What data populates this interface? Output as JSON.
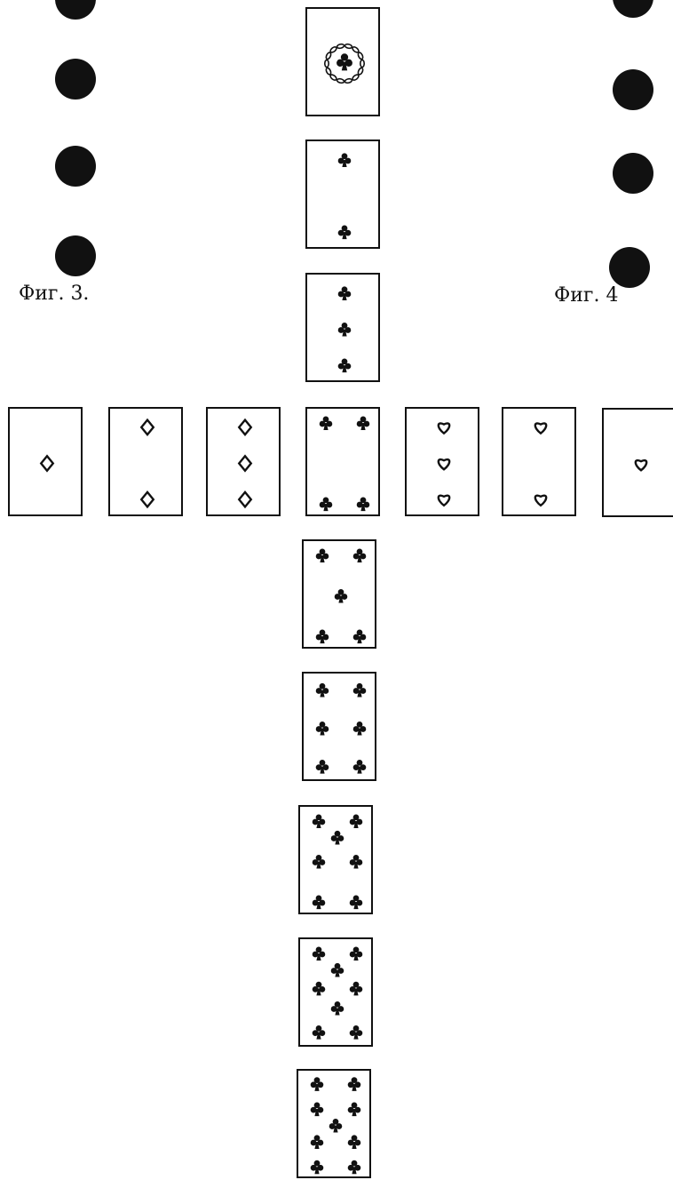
{
  "colors": {
    "ink": "#111111",
    "paper": "#ffffff"
  },
  "figures": [
    {
      "label": "Фиг. 3."
    },
    {
      "label": "Фиг. 4"
    }
  ],
  "column_cards": [
    {
      "rank": "ace",
      "suit": "clubs",
      "pips": 1
    },
    {
      "rank": "2",
      "suit": "clubs",
      "pips": 2
    },
    {
      "rank": "3",
      "suit": "clubs",
      "pips": 3
    },
    {
      "rank": "4",
      "suit": "clubs",
      "pips": 4
    },
    {
      "rank": "5",
      "suit": "clubs",
      "pips": 5
    },
    {
      "rank": "6",
      "suit": "clubs",
      "pips": 6
    },
    {
      "rank": "7",
      "suit": "clubs",
      "pips": 7
    },
    {
      "rank": "8",
      "suit": "clubs",
      "pips": 8
    },
    {
      "rank": "9",
      "suit": "clubs",
      "pips": 9
    }
  ],
  "row_cards": [
    {
      "rank": "ace",
      "suit": "diamonds",
      "pips": 1
    },
    {
      "rank": "2",
      "suit": "diamonds",
      "pips": 2
    },
    {
      "rank": "3",
      "suit": "diamonds",
      "pips": 3
    },
    {
      "rank": "3",
      "suit": "hearts",
      "pips": 3
    },
    {
      "rank": "2",
      "suit": "hearts",
      "pips": 2
    },
    {
      "rank": "ace",
      "suit": "hearts",
      "pips": 1
    }
  ]
}
